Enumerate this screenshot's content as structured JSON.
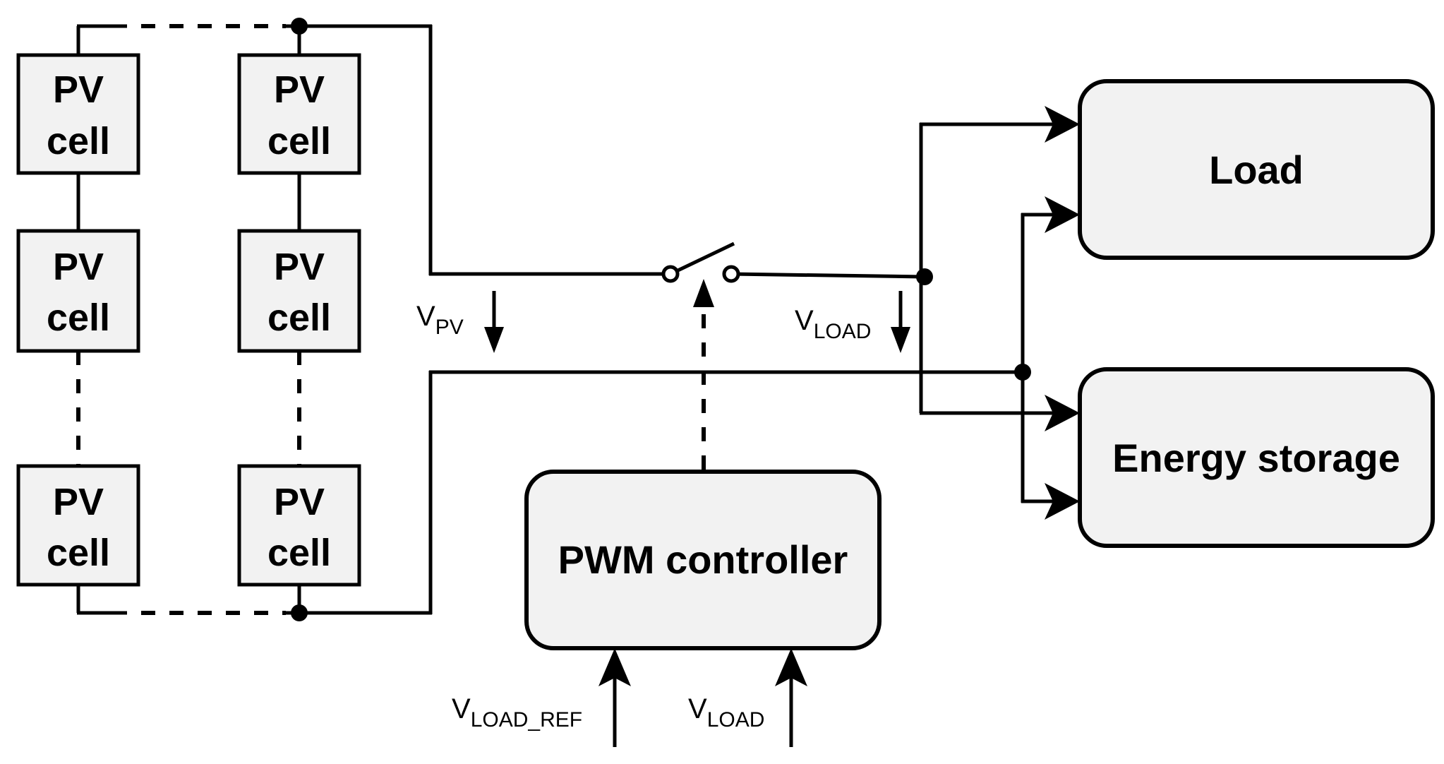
{
  "pv_array": {
    "cell_label_line1": "PV",
    "cell_label_line2": "cell"
  },
  "blocks": {
    "load": "Load",
    "energy_storage": "Energy storage",
    "pwm_controller": "PWM controller"
  },
  "signals": {
    "v_pv": {
      "main": "V",
      "sub": "PV"
    },
    "v_load_top": {
      "main": "V",
      "sub": "LOAD"
    },
    "v_load_ref": {
      "main": "V",
      "sub": "LOAD_REF"
    },
    "v_load_bottom": {
      "main": "V",
      "sub": "LOAD"
    }
  }
}
